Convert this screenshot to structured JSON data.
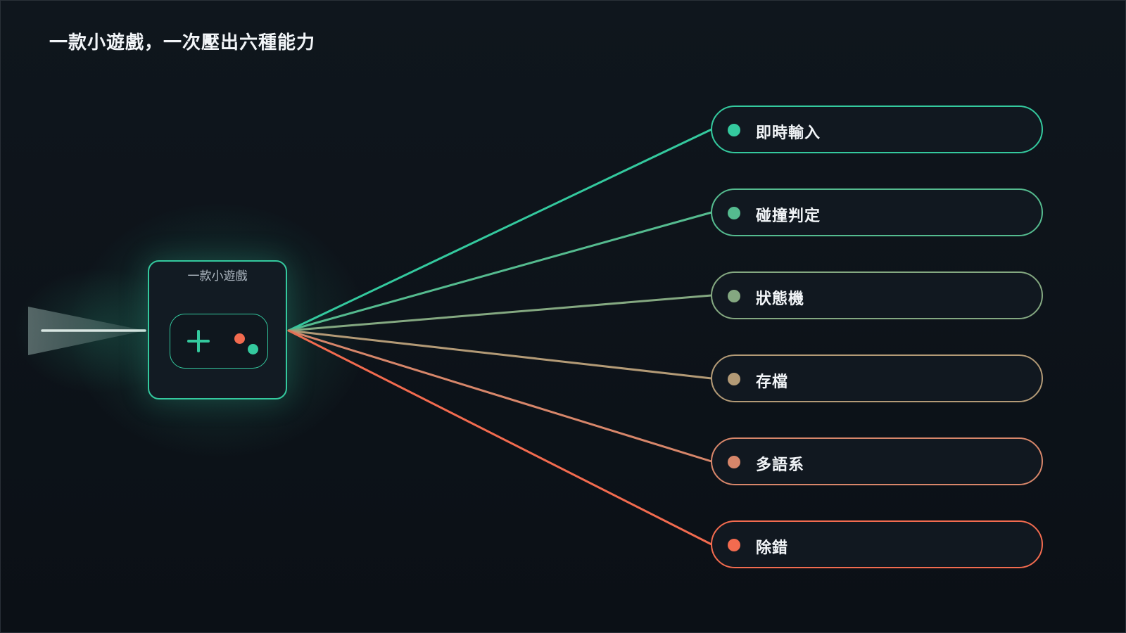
{
  "title": "一款小遊戲，一次壓出六種能力",
  "hub": {
    "label": "一款小遊戲",
    "icon": "gamepad-icon",
    "accent": "#34c99e",
    "button_a_color": "#f26b4f",
    "button_b_color": "#34c99e"
  },
  "capabilities": [
    {
      "label": "即時輸入",
      "color": "#34c99e"
    },
    {
      "label": "碰撞判定",
      "color": "#55bb8f"
    },
    {
      "label": "狀態機",
      "color": "#84a881"
    },
    {
      "label": "存檔",
      "color": "#b39a76"
    },
    {
      "label": "多語系",
      "color": "#d7866a"
    },
    {
      "label": "除錯",
      "color": "#f26b4f"
    }
  ]
}
